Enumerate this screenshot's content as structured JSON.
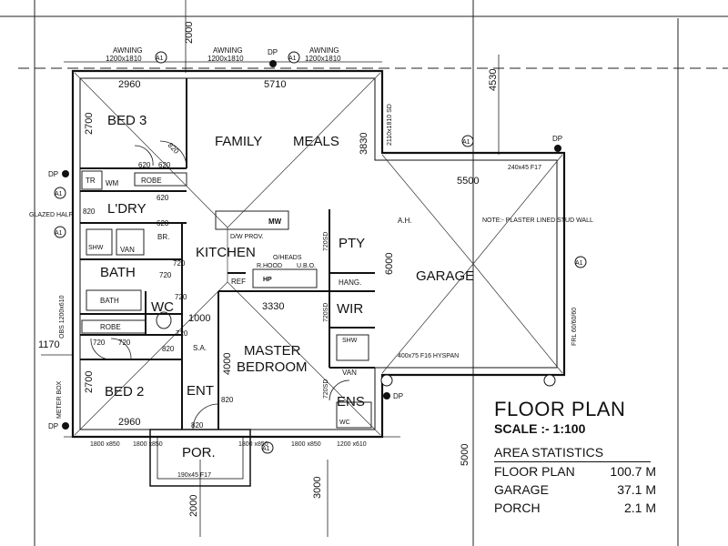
{
  "drawing": {
    "rooms": {
      "bed3": "BED 3",
      "family": "FAMILY",
      "meals": "MEALS",
      "laundry": "L'DRY",
      "kitchen": "KITCHEN",
      "bath": "BATH",
      "wc": "WC",
      "bed2": "BED 2",
      "entry": "ENT",
      "porch": "POR.",
      "master": "MASTER",
      "bedroom": "BEDROOM",
      "pantry": "PTY",
      "wir": "WIR",
      "ensuite": "ENS",
      "garage": "GARAGE"
    },
    "dimensions": {
      "bed3_width": "2960",
      "living_width": "5710",
      "bed3_depth": "2700",
      "family_depth": "3830",
      "garage_width": "5500",
      "garage_depth": "6000",
      "master_width": "3330",
      "master_depth": "4000",
      "bath_depth": "1000",
      "bed2_depth": "2700",
      "bed2_width": "2960",
      "left_offset": "1170",
      "top_setback": "2000",
      "right_setback": "4530",
      "bottom_setback_porch": "2000",
      "bottom_setback_mid": "3000",
      "bottom_setback_right": "5000"
    },
    "windows": {
      "awning_label": "AWNING",
      "awning1_size": "1200x1810",
      "awning2_size": "1200x1810",
      "awning3_size": "1200x1810",
      "sd_side": "2110x1810 SD",
      "obs_left": "OBS 1200x610",
      "glazed_half": "GLAZED HALF",
      "bottom1": "1800 x850",
      "bottom2": "1800 x850",
      "bottom3": "1800 x850",
      "bottom4": "1800 x850",
      "bottom5": "1200 x610"
    },
    "fittings": {
      "robe": "ROBE",
      "robe2": "ROBE",
      "wm": "WM",
      "tr": "TR",
      "shw": "SHW",
      "shw2": "SHW",
      "van": "VAN",
      "van2": "VAN",
      "br": "BR.",
      "bath_tub": "BATH",
      "wc_small": "WC",
      "mw": "MW",
      "dw": "D/W PROV.",
      "oheads": "O/HEADS",
      "rhood": "R.HOOD",
      "ubo": "U.B.O.",
      "hp": "HP",
      "ref": "REF",
      "hang": "HANG.",
      "sa": "S.A.",
      "ah": "A.H.",
      "dp": "DP",
      "a1": "A1"
    },
    "door_sizes": {
      "d820a": "820",
      "d620a": "620",
      "d620b": "620",
      "d620c": "620",
      "d620d": "620",
      "d820b": "820",
      "d720a": "720",
      "d720b": "720",
      "d720c": "720",
      "d720d": "720",
      "d820c": "820",
      "d820d": "820",
      "d820e": "820",
      "d720e": "720",
      "d720f": "720"
    },
    "structure": {
      "beam_top": "240x45 F17",
      "note": "NOTE:- PLASTER LINED STUD WALL",
      "hyspan": "400x75 F16 HYSPAN",
      "frl": "FRL 60/60/60",
      "sd1": "720SD",
      "sd2": "720SD",
      "sd3": "720SD",
      "porch_beam": "190x45 F17",
      "meter_box": "METER BOX"
    }
  },
  "legend": {
    "title": "FLOOR PLAN",
    "scale": "SCALE :- 1:100",
    "stats_heading": "AREA STATISTICS",
    "rows": [
      {
        "label": "FLOOR PLAN",
        "value": "100.7 M"
      },
      {
        "label": "GARAGE",
        "value": "37.1 M"
      },
      {
        "label": "PORCH",
        "value": "2.1 M"
      }
    ]
  }
}
